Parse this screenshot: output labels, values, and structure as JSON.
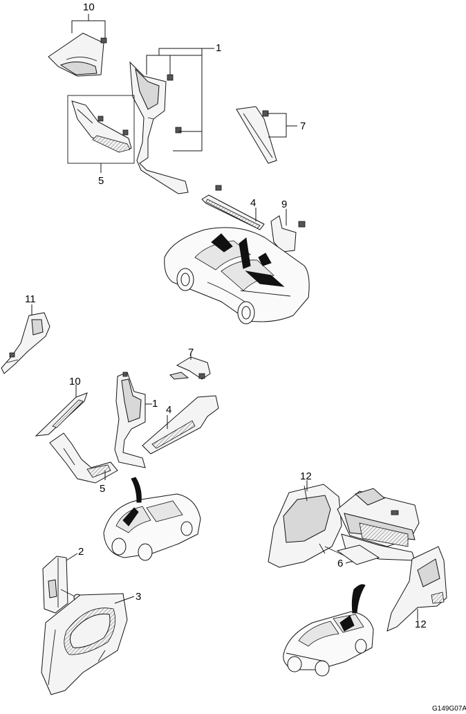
{
  "callouts": {
    "c10_top": "10",
    "c1_top": "1",
    "c7_top": "7",
    "c5_top": "5",
    "c4_top": "4",
    "c9_top": "9",
    "c11": "11",
    "c7_mid": "7",
    "c10_mid": "10",
    "c1_mid": "1",
    "c4_mid": "4",
    "c5_mid": "5",
    "c12_top": "12",
    "c2": "2",
    "c3": "3",
    "c6": "6",
    "c12_bottom": "12"
  },
  "figure_code": "G149G07A"
}
